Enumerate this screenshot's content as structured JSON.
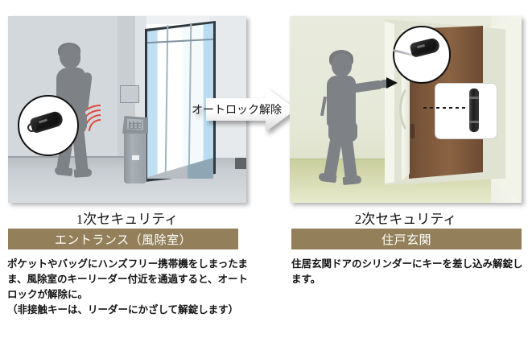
{
  "diagram": {
    "transition": {
      "label": "オートロック解除",
      "icon": "right-arrow-icon"
    },
    "columns": [
      {
        "id": "primary-security",
        "title": "1次セキュリティ",
        "bar_label": "エントランス（風除室）",
        "bar_color": "#93805a",
        "description": "ポケットやバッグにハンズフリー携帯機をしまったまま、風除室のキーリーダー付近を通過すると、オートロックが解除に。\n（非接触キーは、リーダーにかざして解錠します）",
        "scene": {
          "name": "entrance-vestibule-illustration",
          "callout": "hands-free-key-fob-callout",
          "signal": "radio-wave-icon",
          "device": "key-reader-pedestal",
          "door": "automatic-glass-door",
          "wall_panel": "intercom-panel",
          "person": "person-silhouette-walking"
        }
      },
      {
        "id": "secondary-security",
        "title": "2次セキュリティ",
        "bar_label": "住戸玄関",
        "bar_color": "#93805a",
        "description": "住居玄関ドアのシリンダーにキーを差し込み解錠します。",
        "scene": {
          "name": "dwelling-entrance-illustration",
          "callout": "key-fob-with-key-callout",
          "device": "door-handle-cylinder-inset",
          "door": "wooden-entrance-door",
          "person": "person-silhouette-unlocking"
        }
      }
    ]
  }
}
